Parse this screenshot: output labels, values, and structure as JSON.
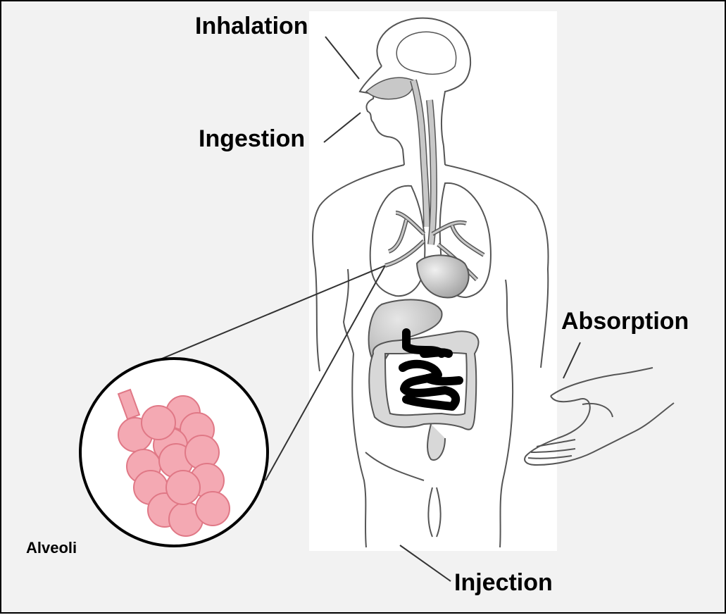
{
  "labels": {
    "inhalation": "Inhalation",
    "ingestion": "Ingestion",
    "absorption": "Absorption",
    "injection": "Injection",
    "alveoli": "Alveoli"
  },
  "colors": {
    "background": "#f2f2f2",
    "figure_panel": "#ffffff",
    "outline": "#555555",
    "organ_fill": "#c8c8c8",
    "intestine": "#000000",
    "alveoli_fill": "#f4a9b3",
    "alveoli_stroke": "#e07886"
  }
}
